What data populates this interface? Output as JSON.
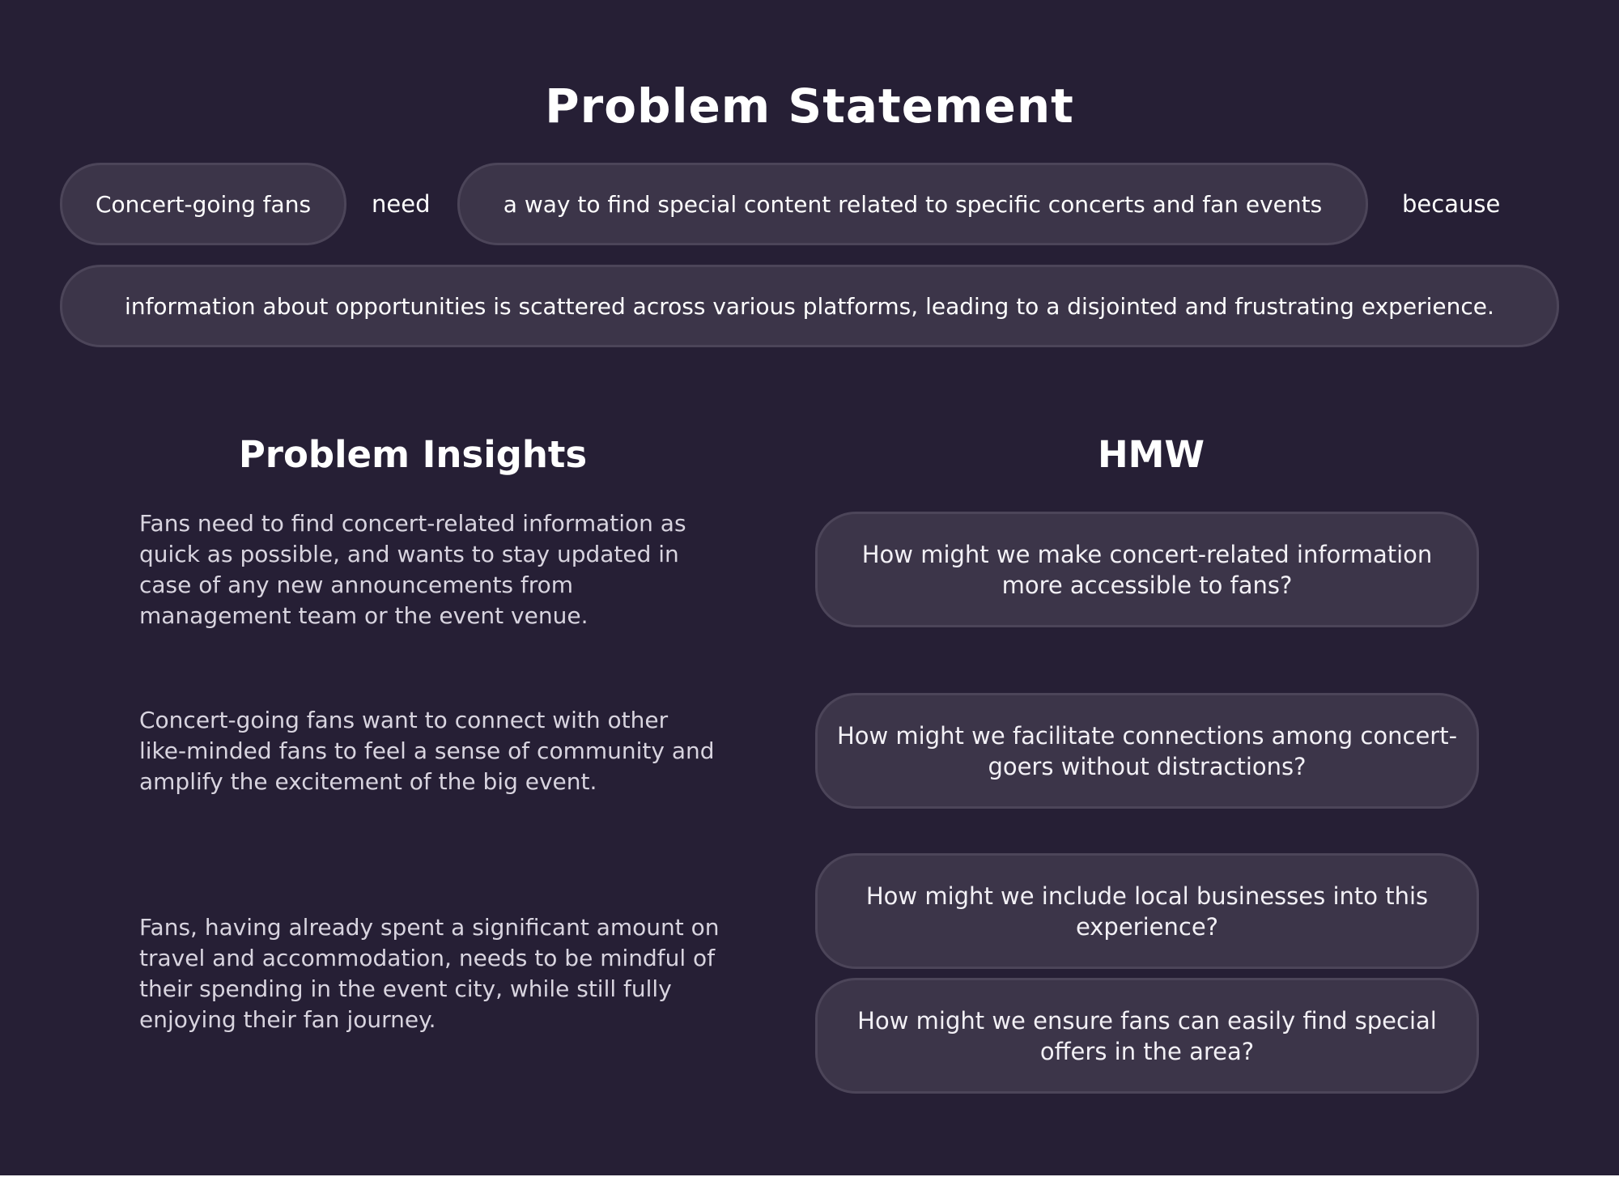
{
  "problem_statement": {
    "title": "Problem Statement",
    "who": "Concert-going fans",
    "need_word": "need",
    "what": "a way to find special content related to specific concerts and fan events",
    "because_word": "because",
    "why": "information about opportunities is scattered across various platforms, leading to a disjointed and frustrating experience."
  },
  "insights": {
    "title": "Problem Insights",
    "items": [
      "Fans need to find concert-related information as quick as possible, and wants to stay updated in case of any new announcements from management team or the event venue.",
      "Concert-going fans want to connect with other like-minded fans to feel a sense of community and amplify the excitement of the big event.",
      "Fans, having already spent a significant amount on travel and accommodation, needs to be mindful of their spending in the event city, while still fully enjoying their fan journey."
    ]
  },
  "hmw": {
    "title": "HMW",
    "items": [
      "How might we make concert-related information more accessible to fans?",
      "How might we facilitate connections among concert-goers without distractions?",
      "How might we include local businesses into this experience?",
      "How might we ensure fans can easily find special offers in the area?"
    ]
  },
  "colors": {
    "background": "#261f35",
    "pill_fill": "#3c3549",
    "pill_border": "#4c4559",
    "text": "#ffffff",
    "muted_text": "#d8d4df"
  }
}
